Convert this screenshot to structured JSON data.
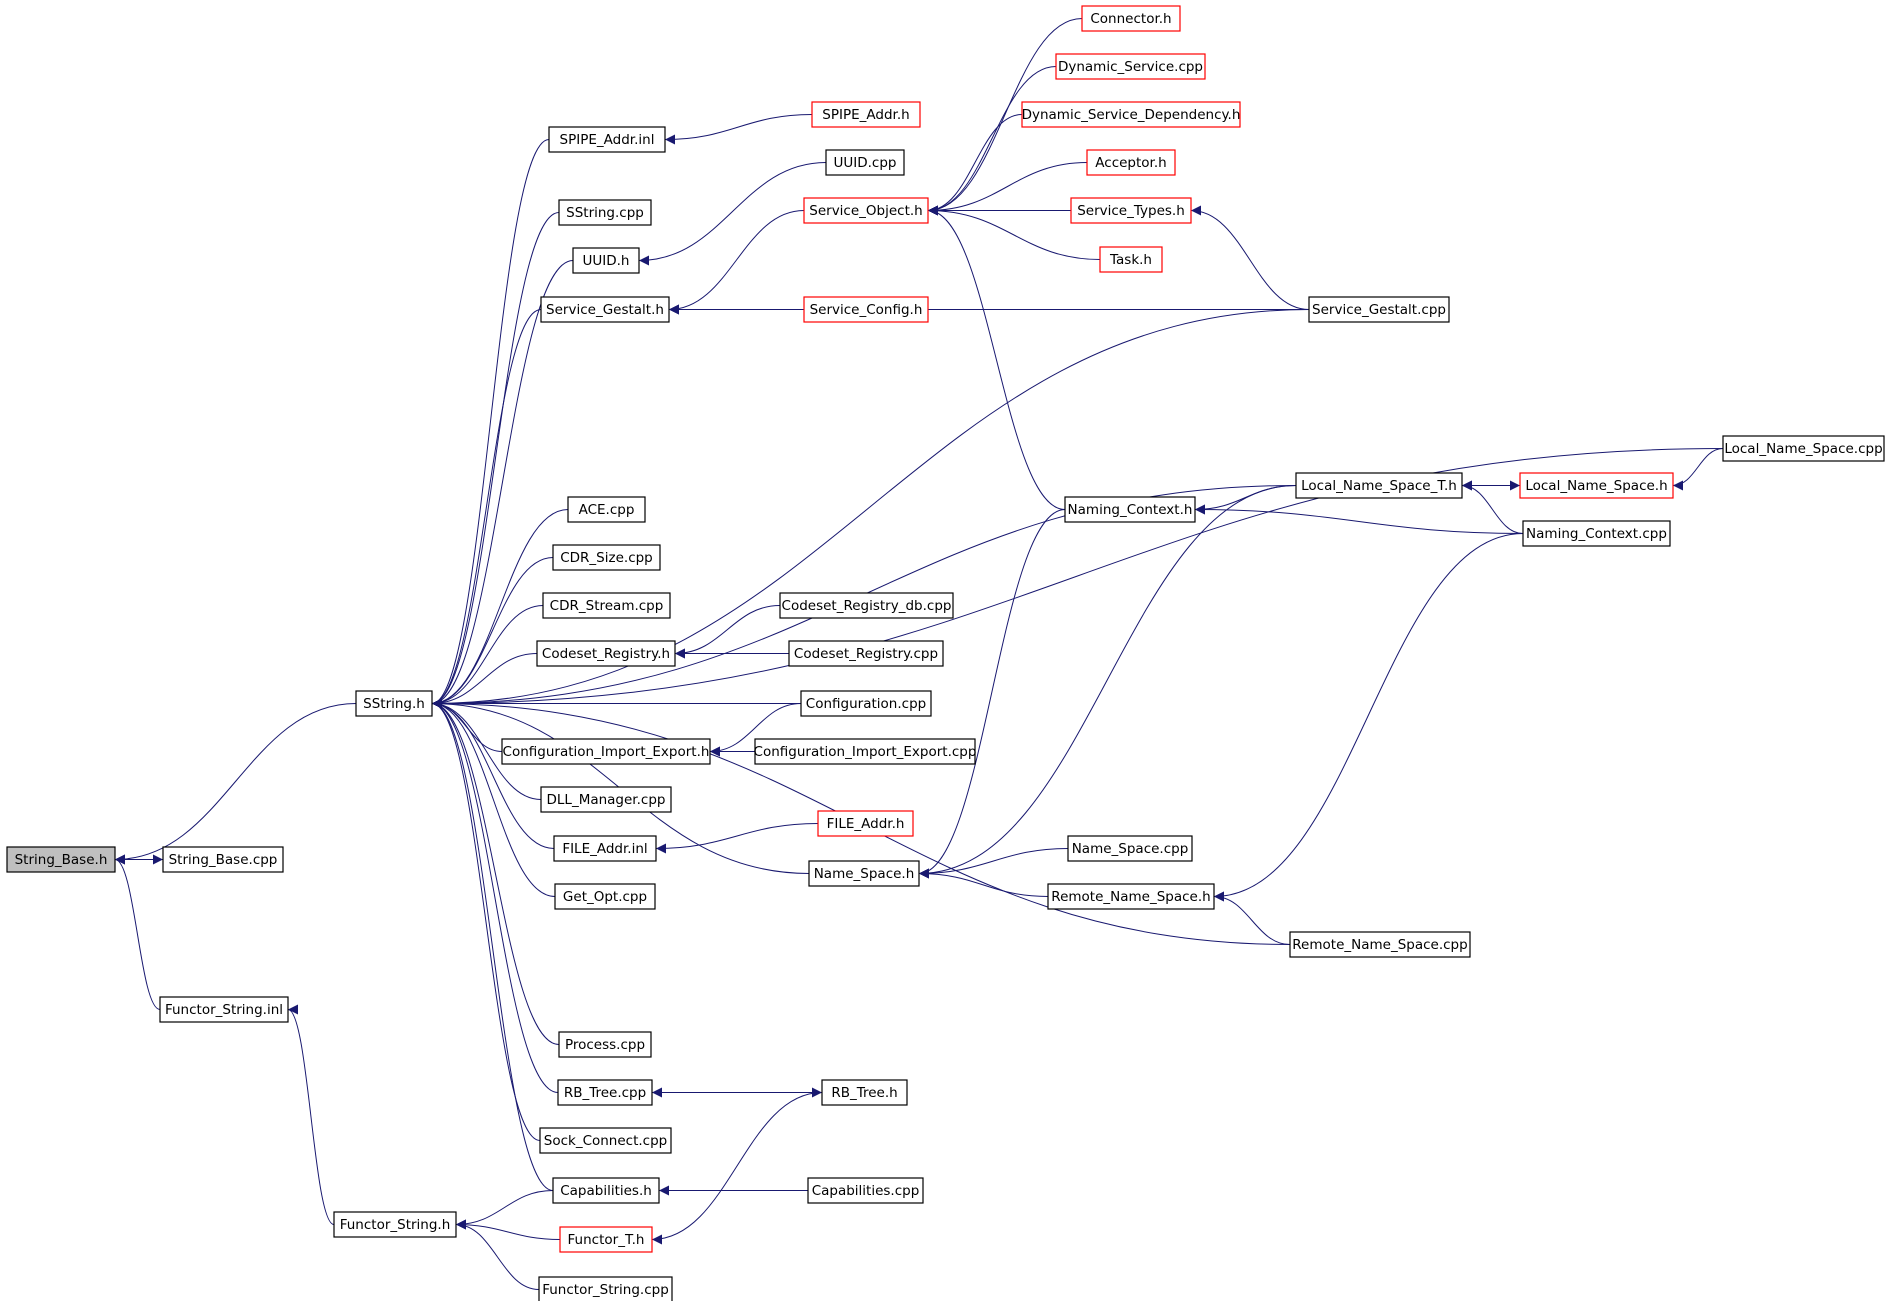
{
  "nodes": [
    {
      "id": "String_Base_h",
      "label": "String_Base.h",
      "fill": "#bfbfbf",
      "border": "#000000"
    },
    {
      "id": "String_Base_cpp",
      "label": "String_Base.cpp",
      "fill": "#ffffff",
      "border": "#000000"
    },
    {
      "id": "Functor_String_inl",
      "label": "Functor_String.inl",
      "fill": "#ffffff",
      "border": "#000000"
    },
    {
      "id": "SString_h",
      "label": "SString.h",
      "fill": "#ffffff",
      "border": "#000000"
    },
    {
      "id": "Functor_String_h",
      "label": "Functor_String.h",
      "fill": "#ffffff",
      "border": "#000000"
    },
    {
      "id": "SPIPE_Addr_inl",
      "label": "SPIPE_Addr.inl",
      "fill": "#ffffff",
      "border": "#000000"
    },
    {
      "id": "SString_cpp",
      "label": "SString.cpp",
      "fill": "#ffffff",
      "border": "#000000"
    },
    {
      "id": "UUID_h",
      "label": "UUID.h",
      "fill": "#ffffff",
      "border": "#000000"
    },
    {
      "id": "Service_Gestalt_h",
      "label": "Service_Gestalt.h",
      "fill": "#ffffff",
      "border": "#000000"
    },
    {
      "id": "ACE_cpp",
      "label": "ACE.cpp",
      "fill": "#ffffff",
      "border": "#000000"
    },
    {
      "id": "CDR_Size_cpp",
      "label": "CDR_Size.cpp",
      "fill": "#ffffff",
      "border": "#000000"
    },
    {
      "id": "CDR_Stream_cpp",
      "label": "CDR_Stream.cpp",
      "fill": "#ffffff",
      "border": "#000000"
    },
    {
      "id": "Codeset_Registry_h",
      "label": "Codeset_Registry.h",
      "fill": "#ffffff",
      "border": "#000000"
    },
    {
      "id": "Configuration_Import_Export_h",
      "label": "Configuration_Import_Export.h",
      "fill": "#ffffff",
      "border": "#000000"
    },
    {
      "id": "DLL_Manager_cpp",
      "label": "DLL_Manager.cpp",
      "fill": "#ffffff",
      "border": "#000000"
    },
    {
      "id": "FILE_Addr_inl",
      "label": "FILE_Addr.inl",
      "fill": "#ffffff",
      "border": "#000000"
    },
    {
      "id": "Get_Opt_cpp",
      "label": "Get_Opt.cpp",
      "fill": "#ffffff",
      "border": "#000000"
    },
    {
      "id": "Process_cpp",
      "label": "Process.cpp",
      "fill": "#ffffff",
      "border": "#000000"
    },
    {
      "id": "RB_Tree_cpp",
      "label": "RB_Tree.cpp",
      "fill": "#ffffff",
      "border": "#000000"
    },
    {
      "id": "Sock_Connect_cpp",
      "label": "Sock_Connect.cpp",
      "fill": "#ffffff",
      "border": "#000000"
    },
    {
      "id": "Capabilities_h",
      "label": "Capabilities.h",
      "fill": "#ffffff",
      "border": "#000000"
    },
    {
      "id": "Functor_T_h",
      "label": "Functor_T.h",
      "fill": "#ffffff",
      "border": "#ff0000"
    },
    {
      "id": "Functor_String_cpp",
      "label": "Functor_String.cpp",
      "fill": "#ffffff",
      "border": "#000000"
    },
    {
      "id": "SPIPE_Addr_h",
      "label": "SPIPE_Addr.h",
      "fill": "#ffffff",
      "border": "#ff0000"
    },
    {
      "id": "UUID_cpp",
      "label": "UUID.cpp",
      "fill": "#ffffff",
      "border": "#000000"
    },
    {
      "id": "Service_Object_h",
      "label": "Service_Object.h",
      "fill": "#ffffff",
      "border": "#ff0000"
    },
    {
      "id": "Service_Config_h",
      "label": "Service_Config.h",
      "fill": "#ffffff",
      "border": "#ff0000"
    },
    {
      "id": "Codeset_Registry_db_cpp",
      "label": "Codeset_Registry_db.cpp",
      "fill": "#ffffff",
      "border": "#000000"
    },
    {
      "id": "Codeset_Registry_cpp",
      "label": "Codeset_Registry.cpp",
      "fill": "#ffffff",
      "border": "#000000"
    },
    {
      "id": "Configuration_cpp",
      "label": "Configuration.cpp",
      "fill": "#ffffff",
      "border": "#000000"
    },
    {
      "id": "Configuration_Import_Export_cpp",
      "label": "Configuration_Import_Export.cpp",
      "fill": "#ffffff",
      "border": "#000000"
    },
    {
      "id": "FILE_Addr_h",
      "label": "FILE_Addr.h",
      "fill": "#ffffff",
      "border": "#ff0000"
    },
    {
      "id": "Name_Space_h",
      "label": "Name_Space.h",
      "fill": "#ffffff",
      "border": "#000000"
    },
    {
      "id": "RB_Tree_h",
      "label": "RB_Tree.h",
      "fill": "#ffffff",
      "border": "#000000"
    },
    {
      "id": "Capabilities_cpp",
      "label": "Capabilities.cpp",
      "fill": "#ffffff",
      "border": "#000000"
    },
    {
      "id": "Connector_h",
      "label": "Connector.h",
      "fill": "#ffffff",
      "border": "#ff0000"
    },
    {
      "id": "Dynamic_Service_cpp",
      "label": "Dynamic_Service.cpp",
      "fill": "#ffffff",
      "border": "#ff0000"
    },
    {
      "id": "Dynamic_Service_Dependency_h",
      "label": "Dynamic_Service_Dependency.h",
      "fill": "#ffffff",
      "border": "#ff0000"
    },
    {
      "id": "Acceptor_h",
      "label": "Acceptor.h",
      "fill": "#ffffff",
      "border": "#ff0000"
    },
    {
      "id": "Service_Types_h",
      "label": "Service_Types.h",
      "fill": "#ffffff",
      "border": "#ff0000"
    },
    {
      "id": "Task_h",
      "label": "Task.h",
      "fill": "#ffffff",
      "border": "#ff0000"
    },
    {
      "id": "Naming_Context_h",
      "label": "Naming_Context.h",
      "fill": "#ffffff",
      "border": "#000000"
    },
    {
      "id": "Name_Space_cpp",
      "label": "Name_Space.cpp",
      "fill": "#ffffff",
      "border": "#000000"
    },
    {
      "id": "Remote_Name_Space_h",
      "label": "Remote_Name_Space.h",
      "fill": "#ffffff",
      "border": "#000000"
    },
    {
      "id": "Service_Gestalt_cpp",
      "label": "Service_Gestalt.cpp",
      "fill": "#ffffff",
      "border": "#000000"
    },
    {
      "id": "Local_Name_Space_T_h",
      "label": "Local_Name_Space_T.h",
      "fill": "#ffffff",
      "border": "#000000"
    },
    {
      "id": "Remote_Name_Space_cpp",
      "label": "Remote_Name_Space.cpp",
      "fill": "#ffffff",
      "border": "#000000"
    },
    {
      "id": "Local_Name_Space_h",
      "label": "Local_Name_Space.h",
      "fill": "#ffffff",
      "border": "#ff0000"
    },
    {
      "id": "Naming_Context_cpp",
      "label": "Naming_Context.cpp",
      "fill": "#ffffff",
      "border": "#000000"
    },
    {
      "id": "Local_Name_Space_cpp",
      "label": "Local_Name_Space.cpp",
      "fill": "#ffffff",
      "border": "#000000"
    }
  ],
  "edges": [
    {
      "from": "String_Base_cpp",
      "to": "String_Base_h"
    },
    {
      "from": "SString_h",
      "to": "String_Base_h"
    },
    {
      "from": "Functor_String_inl",
      "to": "String_Base_h"
    },
    {
      "from": "String_Base_h",
      "to": "String_Base_cpp"
    },
    {
      "from": "Functor_String_h",
      "to": "Functor_String_inl"
    },
    {
      "from": "SPIPE_Addr_inl",
      "to": "SString_h"
    },
    {
      "from": "SString_cpp",
      "to": "SString_h"
    },
    {
      "from": "UUID_h",
      "to": "SString_h"
    },
    {
      "from": "Service_Gestalt_h",
      "to": "SString_h"
    },
    {
      "from": "Service_Gestalt_cpp",
      "to": "SString_h"
    },
    {
      "from": "Local_Name_Space_cpp",
      "to": "SString_h"
    },
    {
      "from": "Local_Name_Space_T_h",
      "to": "SString_h"
    },
    {
      "from": "ACE_cpp",
      "to": "SString_h"
    },
    {
      "from": "CDR_Size_cpp",
      "to": "SString_h"
    },
    {
      "from": "CDR_Stream_cpp",
      "to": "SString_h"
    },
    {
      "from": "Codeset_Registry_h",
      "to": "SString_h"
    },
    {
      "from": "Configuration_cpp",
      "to": "SString_h"
    },
    {
      "from": "Configuration_Import_Export_h",
      "to": "SString_h"
    },
    {
      "from": "DLL_Manager_cpp",
      "to": "SString_h"
    },
    {
      "from": "FILE_Addr_inl",
      "to": "SString_h"
    },
    {
      "from": "Get_Opt_cpp",
      "to": "SString_h"
    },
    {
      "from": "Name_Space_h",
      "to": "SString_h"
    },
    {
      "from": "Remote_Name_Space_cpp",
      "to": "SString_h"
    },
    {
      "from": "Process_cpp",
      "to": "SString_h"
    },
    {
      "from": "RB_Tree_cpp",
      "to": "SString_h"
    },
    {
      "from": "Sock_Connect_cpp",
      "to": "SString_h"
    },
    {
      "from": "Capabilities_h",
      "to": "SString_h"
    },
    {
      "from": "Capabilities_h",
      "to": "Functor_String_h"
    },
    {
      "from": "Functor_T_h",
      "to": "Functor_String_h"
    },
    {
      "from": "Functor_String_cpp",
      "to": "Functor_String_h"
    },
    {
      "from": "SPIPE_Addr_h",
      "to": "SPIPE_Addr_inl"
    },
    {
      "from": "UUID_cpp",
      "to": "UUID_h"
    },
    {
      "from": "Service_Object_h",
      "to": "Service_Gestalt_h"
    },
    {
      "from": "Service_Config_h",
      "to": "Service_Gestalt_h"
    },
    {
      "from": "Service_Gestalt_cpp",
      "to": "Service_Gestalt_h"
    },
    {
      "from": "Codeset_Registry_db_cpp",
      "to": "Codeset_Registry_h"
    },
    {
      "from": "Codeset_Registry_cpp",
      "to": "Codeset_Registry_h"
    },
    {
      "from": "Configuration_cpp",
      "to": "Configuration_Import_Export_h"
    },
    {
      "from": "Configuration_Import_Export_cpp",
      "to": "Configuration_Import_Export_h"
    },
    {
      "from": "FILE_Addr_h",
      "to": "FILE_Addr_inl"
    },
    {
      "from": "RB_Tree_h",
      "to": "RB_Tree_cpp"
    },
    {
      "from": "RB_Tree_cpp",
      "to": "RB_Tree_h"
    },
    {
      "from": "Capabilities_cpp",
      "to": "Capabilities_h"
    },
    {
      "from": "RB_Tree_h",
      "to": "Functor_T_h"
    },
    {
      "from": "Connector_h",
      "to": "Service_Object_h"
    },
    {
      "from": "Dynamic_Service_cpp",
      "to": "Service_Object_h"
    },
    {
      "from": "Dynamic_Service_Dependency_h",
      "to": "Service_Object_h"
    },
    {
      "from": "Acceptor_h",
      "to": "Service_Object_h"
    },
    {
      "from": "Service_Types_h",
      "to": "Service_Object_h"
    },
    {
      "from": "Task_h",
      "to": "Service_Object_h"
    },
    {
      "from": "Naming_Context_h",
      "to": "Service_Object_h"
    },
    {
      "from": "Service_Gestalt_cpp",
      "to": "Service_Types_h"
    },
    {
      "from": "Naming_Context_h",
      "to": "Name_Space_h"
    },
    {
      "from": "Local_Name_Space_T_h",
      "to": "Name_Space_h"
    },
    {
      "from": "Name_Space_cpp",
      "to": "Name_Space_h"
    },
    {
      "from": "Remote_Name_Space_h",
      "to": "Name_Space_h"
    },
    {
      "from": "Remote_Name_Space_cpp",
      "to": "Remote_Name_Space_h"
    },
    {
      "from": "Naming_Context_cpp",
      "to": "Remote_Name_Space_h"
    },
    {
      "from": "Local_Name_Space_T_h",
      "to": "Naming_Context_h"
    },
    {
      "from": "Naming_Context_cpp",
      "to": "Naming_Context_h"
    },
    {
      "from": "Local_Name_Space_h",
      "to": "Local_Name_Space_T_h"
    },
    {
      "from": "Local_Name_Space_T_h",
      "to": "Local_Name_Space_h"
    },
    {
      "from": "Naming_Context_cpp",
      "to": "Local_Name_Space_T_h"
    },
    {
      "from": "Local_Name_Space_cpp",
      "to": "Local_Name_Space_h"
    }
  ]
}
